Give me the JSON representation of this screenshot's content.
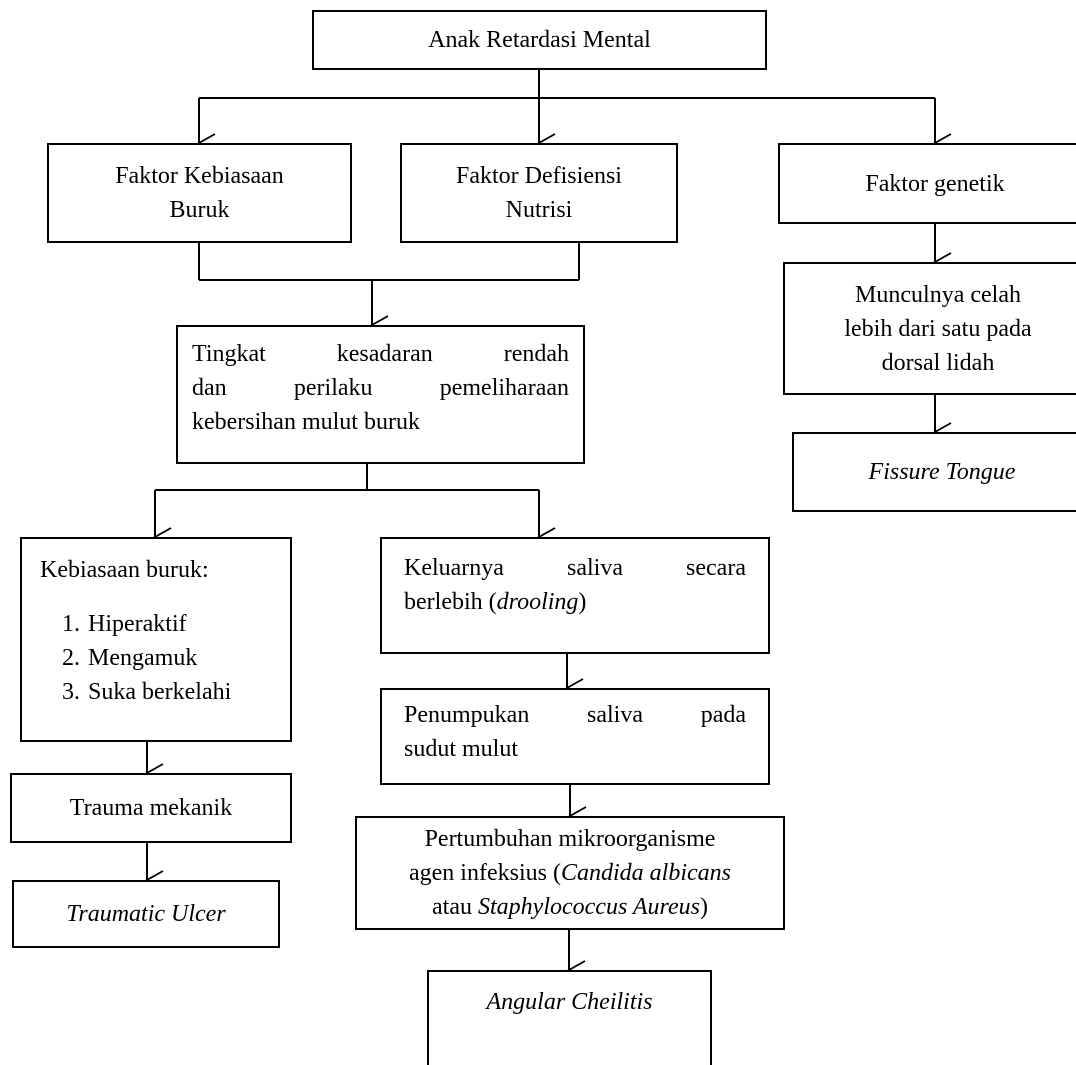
{
  "nodes": {
    "root": "Anak Retardasi Mental",
    "habit_factor": [
      "Faktor Kebiasaan",
      "Buruk"
    ],
    "nutrition_factor": [
      "Faktor Defisiensi",
      "Nutrisi"
    ],
    "genetic_factor": "Faktor genetik",
    "awareness": [
      "Tingkat kesadaran rendah",
      "dan perilaku pemeliharaan",
      "kebersihan mulut buruk"
    ],
    "fissure_cause": [
      "Munculnya celah",
      "lebih dari satu pada",
      "dorsal lidah"
    ],
    "fissure_tongue": "Fissure Tongue",
    "bad_habits": {
      "title": "Kebiasaan buruk:",
      "items": [
        "1.",
        "Hiperaktif",
        "2.",
        "Mengamuk",
        "3.",
        "Suka berkelahi"
      ]
    },
    "drooling": {
      "line1": [
        "Keluarnya",
        "saliva",
        "secara"
      ],
      "line2_pre": "berlebih (",
      "line2_em": "drooling",
      "line2_post": ")"
    },
    "saliva_buildup": {
      "line1": [
        "Penumpukan",
        "saliva",
        "pada"
      ],
      "line2": "sudut mulut"
    },
    "trauma": "Trauma mekanik",
    "traumatic_ulcer": "Traumatic Ulcer",
    "microorganism": {
      "line1": "Pertumbuhan mikroorganisme",
      "line2_pre": "agen infeksius (",
      "line2_em": "Candida albicans",
      "line3_pre": "atau ",
      "line3_em": "Staphylococcus Aureus",
      "line3_post": ")"
    },
    "angular_cheilitis": "Angular Cheilitis"
  }
}
